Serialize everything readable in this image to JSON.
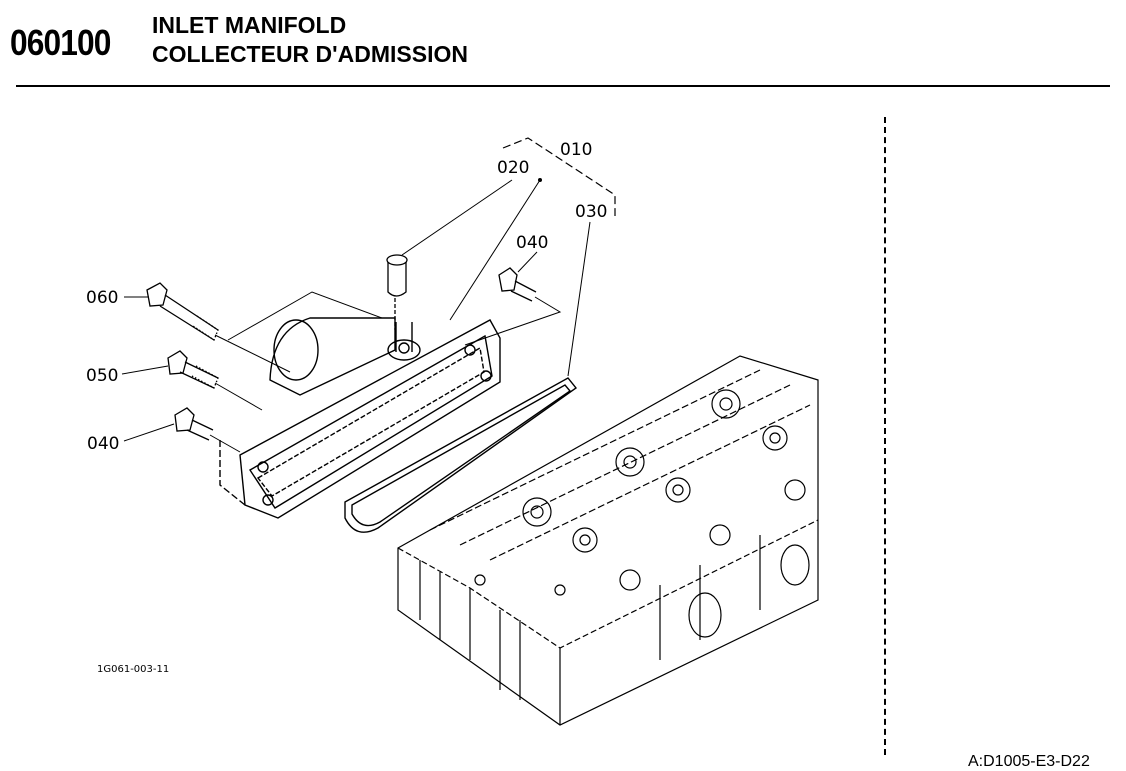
{
  "header": {
    "section_code": "060100",
    "title_en": "INLET MANIFOLD",
    "title_fr": "COLLECTEUR D'ADMISSION"
  },
  "diagram": {
    "callouts": [
      "010",
      "020",
      "030",
      "040",
      "040",
      "050",
      "060"
    ],
    "figure_code": "1G061-003-11"
  },
  "footer": {
    "code": "A:D1005-E3-D22"
  }
}
